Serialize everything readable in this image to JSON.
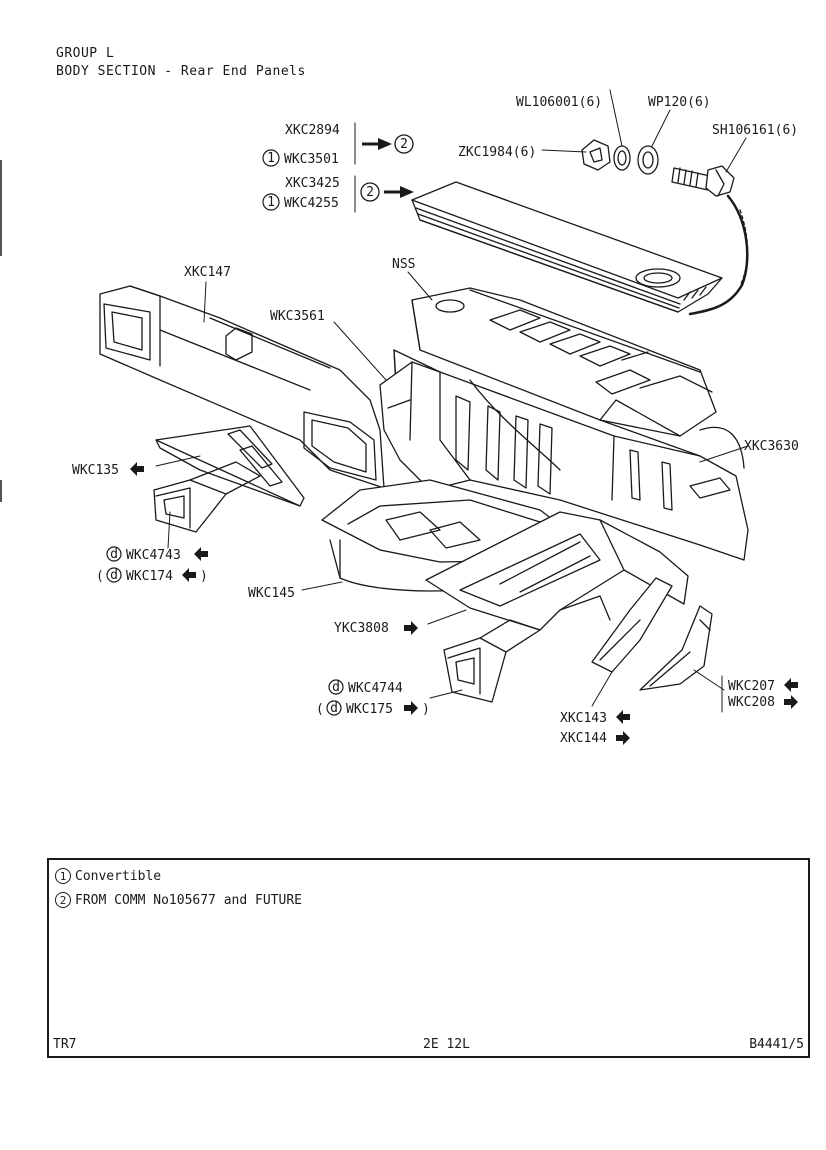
{
  "header": {
    "group": "GROUP L",
    "section": "BODY SECTION - Rear End Panels"
  },
  "parts": {
    "xkc2894": "XKC2894",
    "wkc3501": "WKC3501",
    "xkc3425": "XKC3425",
    "wkc4255": "WKC4255",
    "wl106001": "WL106001(6)",
    "wp120": "WP120(6)",
    "sh106161": "SH106161(6)",
    "zkc1984": "ZKC1984(6)",
    "xkc147": "XKC147",
    "nss": "NSS",
    "wkc3561": "WKC3561",
    "xkc3630": "XKC3630",
    "wkc135": "WKC135",
    "wkc4743": "WKC4743",
    "wkc174": "WKC174",
    "wkc145": "WKC145",
    "ykc3808": "YKC3808",
    "wkc4744": "WKC4744",
    "wkc175": "WKC175",
    "xkc143": "XKC143",
    "xkc144": "XKC144",
    "wkc207": "WKC207",
    "wkc208": "WKC208"
  },
  "markers": {
    "one": "1",
    "two": "2",
    "d": "d",
    "open_paren": "(",
    "close_paren": ")"
  },
  "notes": [
    {
      "marker": "1",
      "text": "Convertible"
    },
    {
      "marker": "2",
      "text": "FROM COMM No105677 and FUTURE"
    }
  ],
  "footer": {
    "model": "TR7",
    "page": "2E 12L",
    "ref": "B4441/5"
  }
}
